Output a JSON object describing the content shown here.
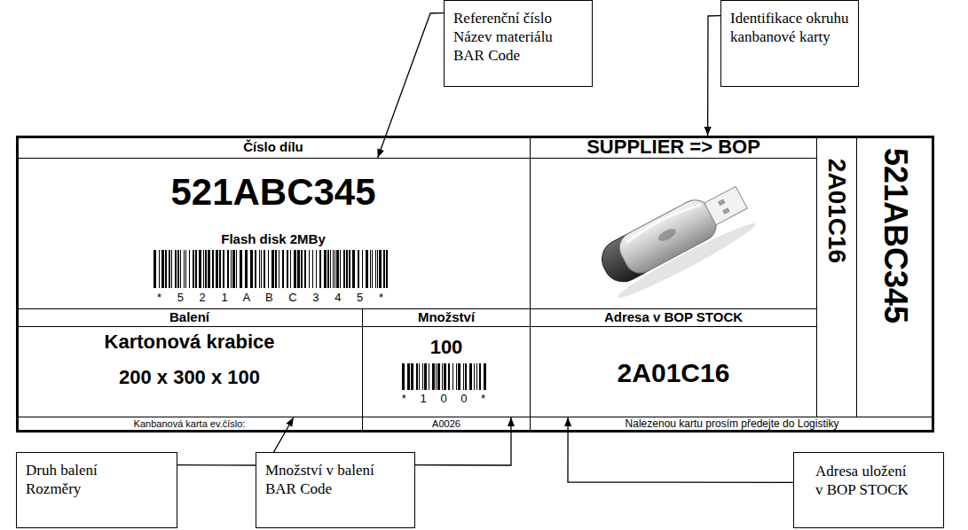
{
  "diagram": {
    "nodes": [
      {
        "text": [
          "Referenční číslo",
          "Název materiálu",
          "BAR Code"
        ]
      },
      {
        "text": [
          "Identifikace okruhu kanbanové karty"
        ]
      },
      {
        "text": [
          "Číslo dílu"
        ]
      },
      {
        "text": [
          "SUPPLIER => BOP"
        ]
      },
      {
        "text": [
          "2A01C16"
        ]
      },
      {
        "text": [
          "521ABC345"
        ]
      },
      {
        "text": [
          "521ABC345",
          "Flash disk 2MBy",
          "* 5 2 1 A B C 3 4 5 *"
        ]
      },
      {
        "text": [
          "Balení"
        ]
      },
      {
        "text": [
          "Množství"
        ]
      },
      {
        "text": [
          "Adresa v BOP STOCK"
        ]
      },
      {
        "text": [
          "Kartonová krabice",
          "200 x 300 x 100"
        ]
      },
      {
        "text": [
          "100",
          "* 1 0 0 *"
        ]
      },
      {
        "text": [
          "2A01C16"
        ]
      },
      {
        "text": [
          "Kanbanová karta ev.číslo:"
        ]
      },
      {
        "text": [
          "A0026"
        ]
      },
      {
        "text": [
          "Nalezenou kartu prosím předejte do Logistiky"
        ]
      },
      {
        "text": [
          "Druh balení",
          "Rozměry"
        ]
      },
      {
        "text": [
          "Množství v balení",
          "BAR Code"
        ]
      },
      {
        "text": [
          "Adresa uložení v BOP STOCK"
        ]
      }
    ],
    "edges": [
      {
        "from": 0,
        "to": 6,
        "arrow": "to"
      },
      {
        "from": 1,
        "to": 3,
        "arrow": "to"
      },
      {
        "from": 16,
        "to": 10,
        "arrow": "to"
      },
      {
        "from": 17,
        "to": 11,
        "arrow": "to"
      },
      {
        "from": 18,
        "to": 12,
        "arrow": "to"
      }
    ]
  }
}
